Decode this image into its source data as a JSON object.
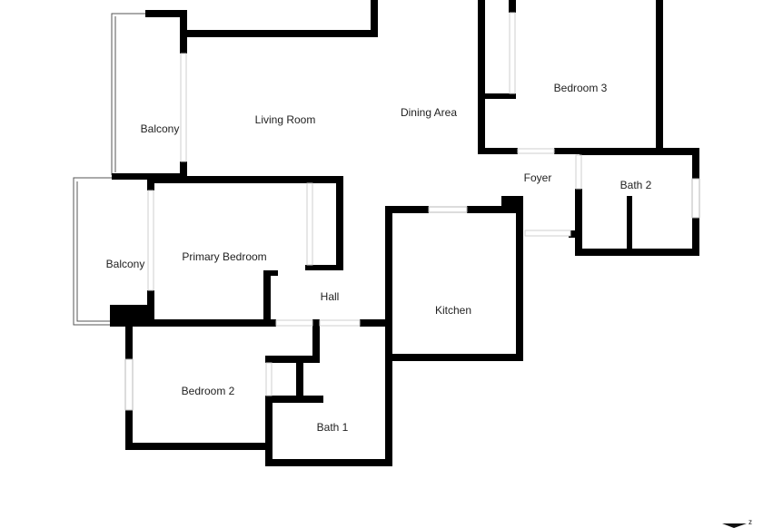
{
  "floorplan": {
    "rooms": [
      {
        "id": "balcony-upper",
        "label": "Balcony"
      },
      {
        "id": "living-room",
        "label": "Living Room"
      },
      {
        "id": "dining-area",
        "label": "Dining Area"
      },
      {
        "id": "bedroom-3",
        "label": "Bedroom 3"
      },
      {
        "id": "foyer",
        "label": "Foyer"
      },
      {
        "id": "bath-2",
        "label": "Bath 2"
      },
      {
        "id": "balcony-lower",
        "label": "Balcony"
      },
      {
        "id": "primary-bedroom",
        "label": "Primary Bedroom"
      },
      {
        "id": "hall",
        "label": "Hall"
      },
      {
        "id": "kitchen",
        "label": "Kitchen"
      },
      {
        "id": "bedroom-2",
        "label": "Bedroom 2"
      },
      {
        "id": "bath-1",
        "label": "Bath 1"
      }
    ],
    "compass": {
      "icon": "north-arrow-icon"
    },
    "colors": {
      "wall": "#000000",
      "background": "#ffffff",
      "window": "#b9b9b9",
      "label": "#222222"
    }
  }
}
